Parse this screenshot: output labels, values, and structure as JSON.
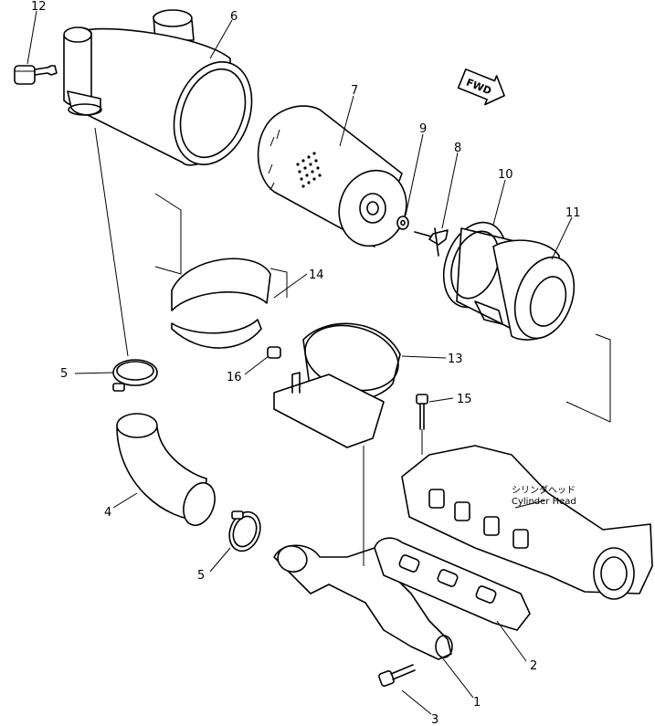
{
  "callouts": [
    {
      "id": "1",
      "name": "callout-1"
    },
    {
      "id": "2",
      "name": "callout-2"
    },
    {
      "id": "3",
      "name": "callout-3"
    },
    {
      "id": "4",
      "name": "callout-4"
    },
    {
      "id": "5",
      "name": "callout-5a"
    },
    {
      "id": "5",
      "name": "callout-5b"
    },
    {
      "id": "6",
      "name": "callout-6"
    },
    {
      "id": "7",
      "name": "callout-7"
    },
    {
      "id": "8",
      "name": "callout-8"
    },
    {
      "id": "9",
      "name": "callout-9"
    },
    {
      "id": "10",
      "name": "callout-10"
    },
    {
      "id": "11",
      "name": "callout-11"
    },
    {
      "id": "12",
      "name": "callout-12"
    },
    {
      "id": "13",
      "name": "callout-13"
    },
    {
      "id": "14",
      "name": "callout-14"
    },
    {
      "id": "15",
      "name": "callout-15"
    },
    {
      "id": "16",
      "name": "callout-16"
    }
  ],
  "cylinder_head_label_jp": "シリンダヘッド",
  "cylinder_head_label_en": "Cylinder Head",
  "fwd_label": "FWD"
}
